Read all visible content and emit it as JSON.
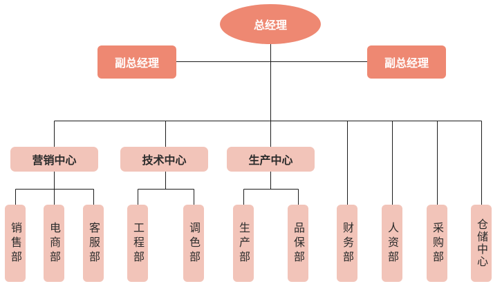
{
  "chart": {
    "general_manager": "总经理",
    "vice_managers": [
      "副总经理",
      "副总经理"
    ],
    "centers": [
      {
        "label": "营销中心",
        "departments": [
          "销售部",
          "电商部",
          "客服部"
        ]
      },
      {
        "label": "技术中心",
        "departments": [
          "工程部",
          "调色部"
        ]
      },
      {
        "label": "生产中心",
        "departments": [
          "生产部",
          "品保部"
        ]
      }
    ],
    "direct_departments": [
      "财务部",
      "人资部",
      "采购部",
      "仓储中心"
    ]
  },
  "colors": {
    "top_fill": "#ee8872",
    "box_fill": "#f2c4b9",
    "line": "#1a1a1a",
    "top_text": "#ffffff",
    "box_text": "#2b2b2b"
  }
}
